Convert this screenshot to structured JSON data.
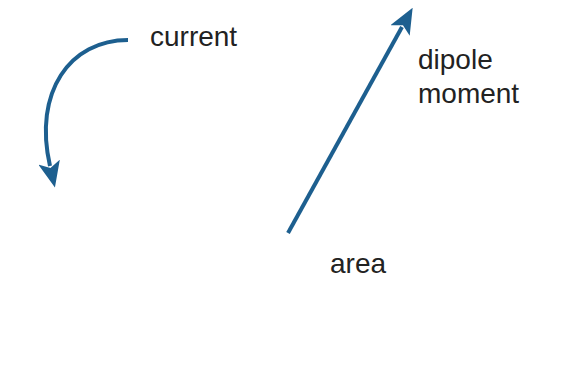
{
  "diagram": {
    "nodes": [
      {
        "text": [
          "area"
        ]
      }
    ],
    "labels": [
      "current",
      "dipole moment"
    ]
  }
}
